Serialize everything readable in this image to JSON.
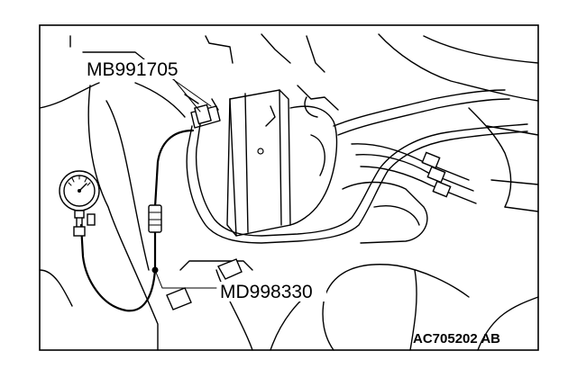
{
  "figure": {
    "callouts": {
      "gauge_tool": "MB991705",
      "hose_tool": "MD998330"
    },
    "figure_code": "AC705202 AB",
    "colors": {
      "ink": "#000000",
      "paper": "#ffffff"
    }
  }
}
